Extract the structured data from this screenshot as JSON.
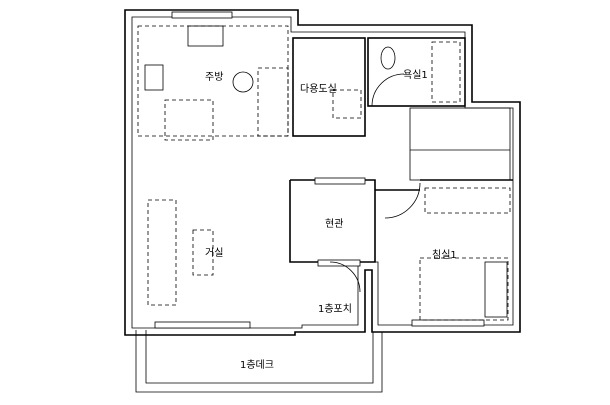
{
  "rooms": {
    "kitchen": "주방",
    "utility": "다용도실",
    "bath": "욕실1",
    "entrance": "현관",
    "living": "거실",
    "bedroom": "침실1",
    "porch": "1층포치",
    "deck": "1층데크"
  }
}
